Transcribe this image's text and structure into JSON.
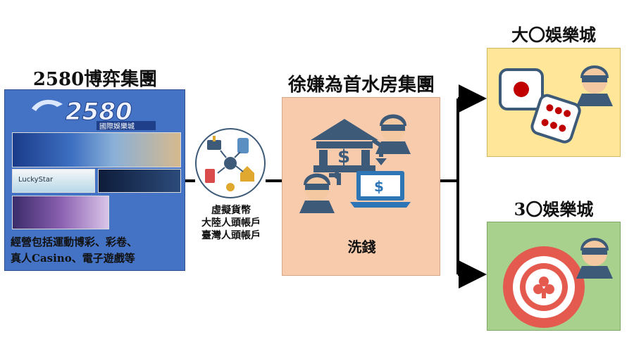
{
  "left_group": {
    "title": "2580博弈集團",
    "logo_text": "2580",
    "logo_subtext": "國際娛樂城",
    "thumb_text": "LuckyStar",
    "description_lines": [
      "經營包括運動博彩、彩卷、",
      "真人Casino、電子遊戲等"
    ]
  },
  "money_flow": {
    "lines": [
      "虛擬貨幣",
      "大陸人頭帳戶",
      "臺灣人頭帳戶"
    ]
  },
  "middle_group": {
    "title": "徐嫌為首水房集團",
    "label": "洗錢"
  },
  "casino_top": {
    "title": "大〇娛樂城"
  },
  "casino_bottom": {
    "title": "3〇娛樂城"
  },
  "colors": {
    "left_panel": "#4472c4",
    "middle_panel": "#f8cbad",
    "top_right_panel": "#ffe699",
    "bottom_right_panel": "#a9d18e",
    "icon_dark": "#3d5a78",
    "connector": "#000000"
  },
  "icons": [
    "bank-icon",
    "laptop-icon",
    "thief-icon",
    "dice-icon",
    "poker-chip-icon",
    "cash-flow-icon"
  ]
}
